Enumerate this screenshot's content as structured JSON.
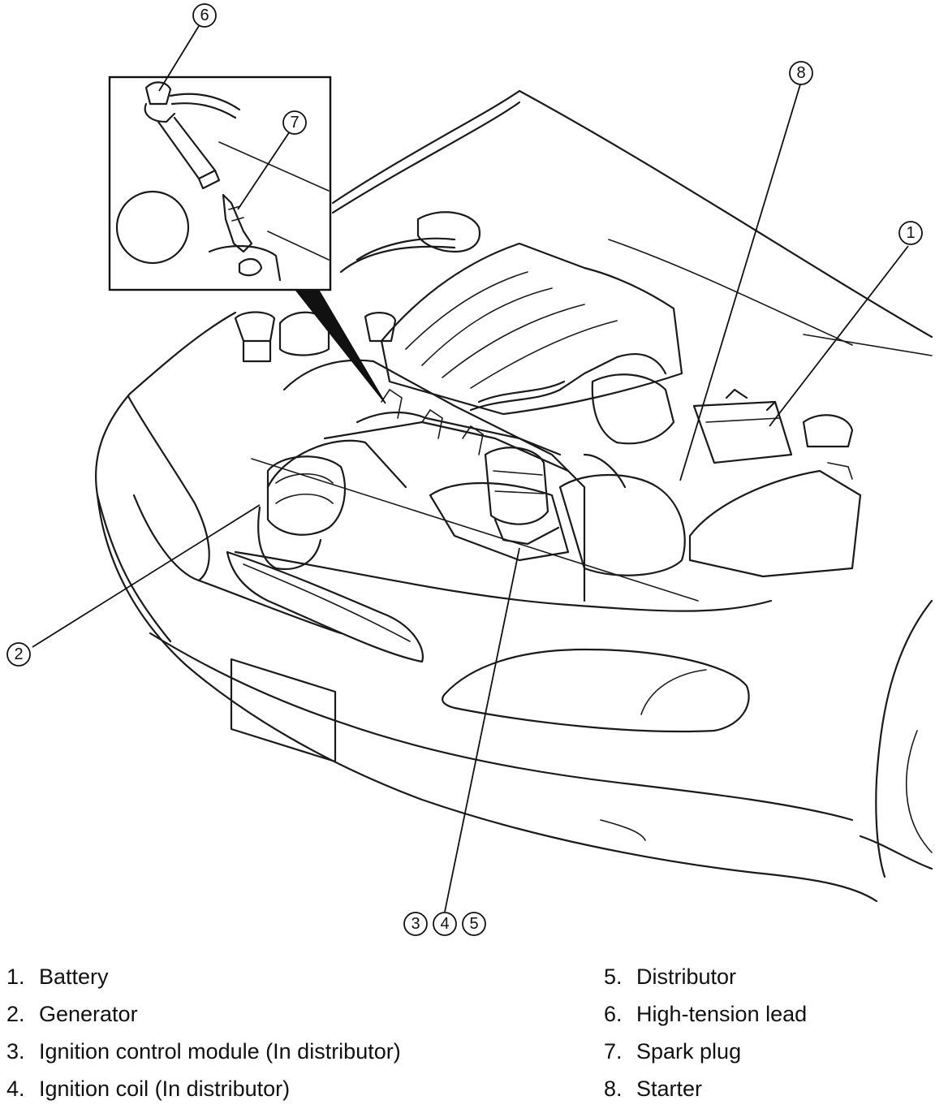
{
  "callouts": [
    {
      "num": "1",
      "target": "battery"
    },
    {
      "num": "2",
      "target": "generator"
    },
    {
      "num": "3",
      "target": "ignition-control-module"
    },
    {
      "num": "4",
      "target": "ignition-coil"
    },
    {
      "num": "5",
      "target": "distributor"
    },
    {
      "num": "6",
      "target": "high-tension-lead"
    },
    {
      "num": "7",
      "target": "spark-plug"
    },
    {
      "num": "8",
      "target": "starter"
    }
  ],
  "legend": {
    "left": [
      {
        "num": "1.",
        "label": "Battery"
      },
      {
        "num": "2.",
        "label": "Generator"
      },
      {
        "num": "3.",
        "label": "Ignition control module (In distributor)"
      },
      {
        "num": "4.",
        "label": "Ignition coil (In distributor)"
      }
    ],
    "right": [
      {
        "num": "5.",
        "label": "Distributor"
      },
      {
        "num": "6.",
        "label": "High-tension lead"
      },
      {
        "num": "7.",
        "label": "Spark plug"
      },
      {
        "num": "8.",
        "label": "Starter"
      }
    ]
  },
  "colors": {
    "line": "#1a1a1a",
    "background": "#ffffff"
  }
}
